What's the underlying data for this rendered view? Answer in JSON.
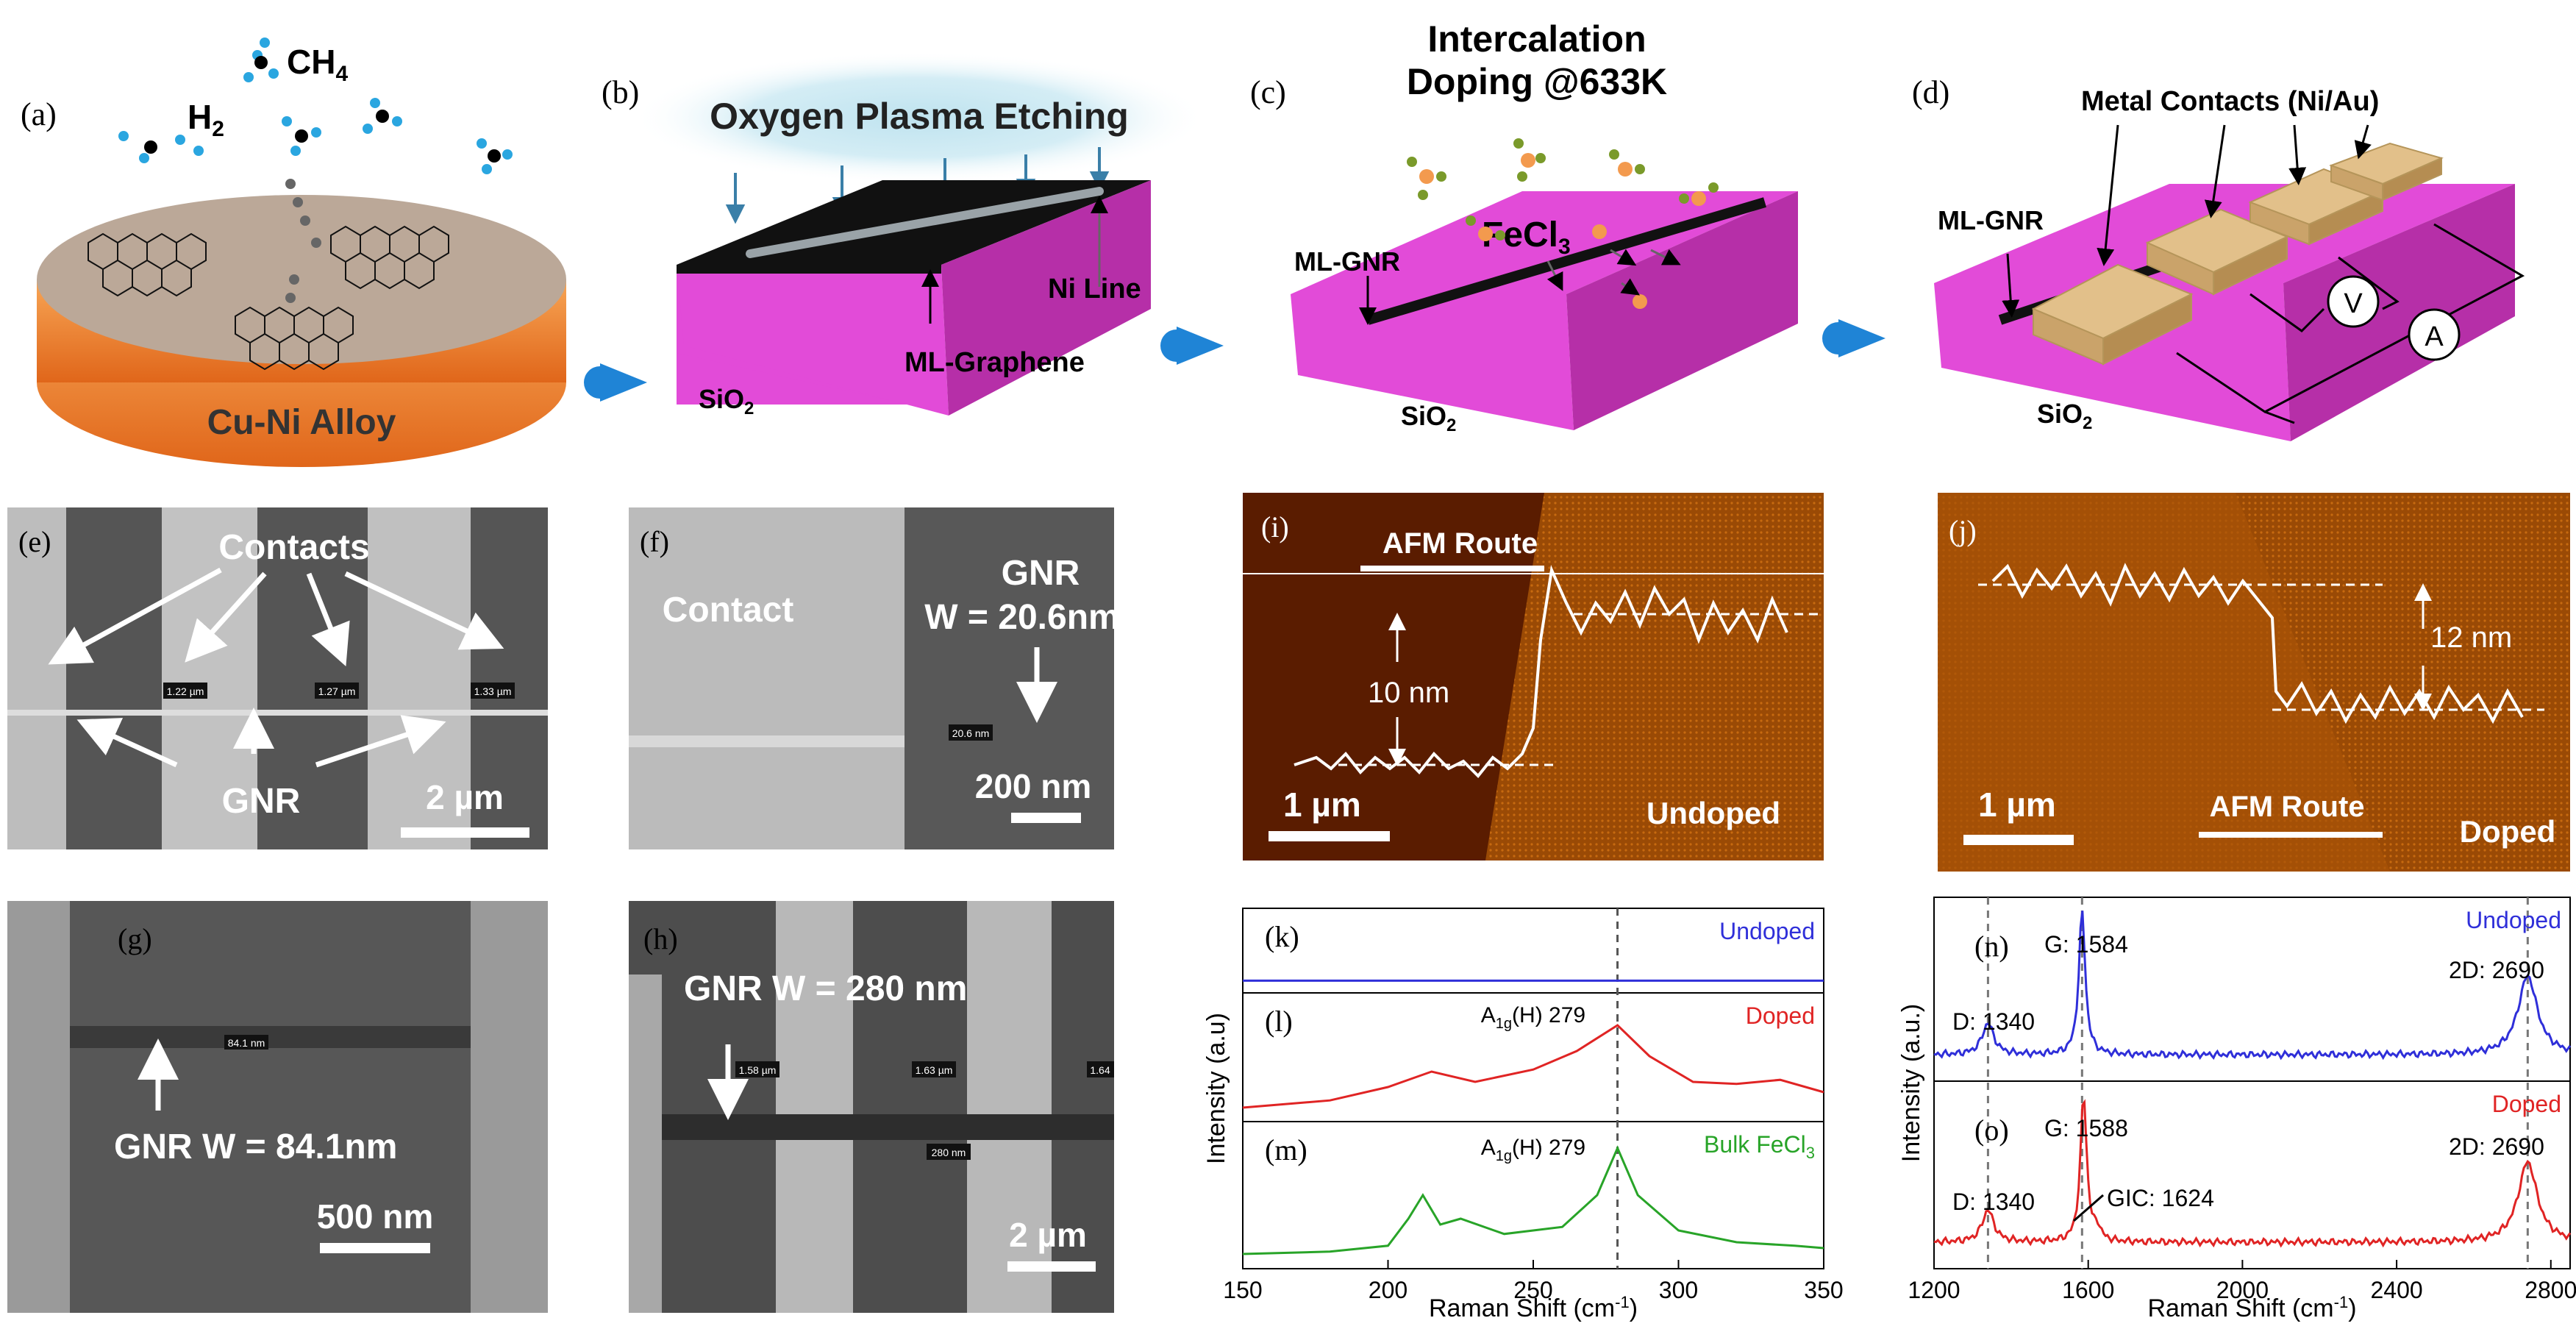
{
  "panels": {
    "a": {
      "tag": "(a)",
      "h2": "H",
      "h2_sub": "2",
      "ch4": "CH",
      "ch4_sub": "4",
      "substrate": "Cu-Ni Alloy"
    },
    "b": {
      "tag": "(b)",
      "title": "Oxygen Plasma Etching",
      "ni_line": "Ni Line",
      "layer": "ML-Graphene",
      "sio2": "SiO",
      "sio2_sub": "2"
    },
    "c": {
      "tag": "(c)",
      "title1": "Intercalation",
      "title2": "Doping @633K",
      "fecl3": "FeCl",
      "fecl3_sub": "3",
      "gnr": "ML-GNR",
      "sio2": "SiO",
      "sio2_sub": "2"
    },
    "d": {
      "tag": "(d)",
      "contacts": "Metal Contacts (Ni/Au)",
      "gnr": "ML-GNR",
      "v": "V",
      "a": "A",
      "sio2": "SiO",
      "sio2_sub": "2"
    },
    "e": {
      "tag": "(e)",
      "contacts": "Contacts",
      "gnr": "GNR",
      "scale": "2 µm",
      "m1": "1.22 µm",
      "m2": "1.27 µm",
      "m3": "1.33 µm"
    },
    "f": {
      "tag": "(f)",
      "contact": "Contact",
      "gnr": "GNR",
      "width": "W = 20.6nm",
      "scale": "200 nm",
      "m1": "20.6 nm"
    },
    "g": {
      "tag": "(g)",
      "label": "GNR W = 84.1nm",
      "scale": "500 nm",
      "m1": "84.1 nm"
    },
    "h": {
      "tag": "(h)",
      "label": "GNR W = 280 nm",
      "scale": "2 µm",
      "m1": "1.58 µm",
      "m2": "1.63 µm",
      "m3": "1.64",
      "m4": "280 nm"
    },
    "i": {
      "tag": "(i)",
      "route": "AFM Route",
      "height": "10 nm",
      "scale": "1 µm",
      "state": "Undoped"
    },
    "j": {
      "tag": "(j)",
      "height": "12 nm",
      "scale": "1 µm",
      "route": "AFM Route",
      "state": "Doped"
    }
  },
  "colors": {
    "magenta": "#e24bd8",
    "magenta_dark": "#b62fa8",
    "black_layer": "#111111",
    "gold": "#e2c08a",
    "blue": "#2f2fd9",
    "red": "#e02424",
    "green": "#28a428"
  },
  "chart_data": [
    {
      "type": "line",
      "panel_tags": [
        "(k)",
        "(l)",
        "(m)"
      ],
      "xlabel": "Raman Shift (cm",
      "xlabel_sup": "-1",
      "xlabel_end": ")",
      "ylabel": "Intensity (a.u)",
      "xlim": [
        150,
        350
      ],
      "x_ticks": [
        "150",
        "200",
        "250",
        "300",
        "350"
      ],
      "marker_line_x": 279,
      "annotations": [
        "A",
        "1g",
        "(H) 279"
      ],
      "series": [
        {
          "name": "Undoped",
          "color": "#2f2fd9",
          "x": [
            150,
            200,
            250,
            279,
            300,
            350
          ],
          "values": [
            0.05,
            0.05,
            0.05,
            0.05,
            0.05,
            0.05
          ]
        },
        {
          "name": "Doped",
          "color": "#e02424",
          "x": [
            150,
            180,
            200,
            215,
            230,
            250,
            265,
            279,
            290,
            305,
            320,
            335,
            350
          ],
          "values": [
            0.05,
            0.12,
            0.25,
            0.4,
            0.3,
            0.42,
            0.6,
            0.85,
            0.55,
            0.3,
            0.28,
            0.32,
            0.2
          ]
        },
        {
          "name": "Bulk FeCl",
          "name_sub": "3",
          "color": "#28a428",
          "x": [
            150,
            180,
            200,
            207,
            212,
            218,
            225,
            240,
            260,
            272,
            279,
            286,
            300,
            320,
            340,
            350
          ],
          "values": [
            0.05,
            0.07,
            0.12,
            0.35,
            0.55,
            0.3,
            0.35,
            0.22,
            0.28,
            0.55,
            0.95,
            0.55,
            0.25,
            0.15,
            0.12,
            0.1
          ]
        }
      ]
    },
    {
      "type": "line",
      "panel_tags": [
        "(n)",
        "(o)"
      ],
      "xlabel": "Raman Shift (cm",
      "xlabel_sup": "-1",
      "xlabel_end": ")",
      "ylabel": "Intensity (a.u.)",
      "xlim": [
        1200,
        2850
      ],
      "x_ticks": [
        "1200",
        "1600",
        "2000",
        "2400",
        "2800"
      ],
      "marker_lines_x": [
        1340,
        1584,
        2740
      ],
      "series": [
        {
          "name": "Undoped",
          "color": "#2f2fd9",
          "peaks": [
            {
              "x": 1340,
              "h": 0.22,
              "w": 18
            },
            {
              "x": 1584,
              "h": 1.0,
              "w": 10
            },
            {
              "x": 2740,
              "h": 0.55,
              "w": 30
            }
          ],
          "labels": [
            "D: 1340",
            "G: 1584",
            "2D: 2690"
          ]
        },
        {
          "name": "Doped",
          "color": "#e02424",
          "peaks": [
            {
              "x": 1340,
              "h": 0.22,
              "w": 18
            },
            {
              "x": 1588,
              "h": 1.0,
              "w": 10
            },
            {
              "x": 1624,
              "h": 0.08,
              "w": 10
            },
            {
              "x": 2740,
              "h": 0.55,
              "w": 30
            }
          ],
          "labels": [
            "D: 1340",
            "G: 1588",
            "GIC: 1624",
            "2D: 2690"
          ]
        }
      ]
    }
  ]
}
